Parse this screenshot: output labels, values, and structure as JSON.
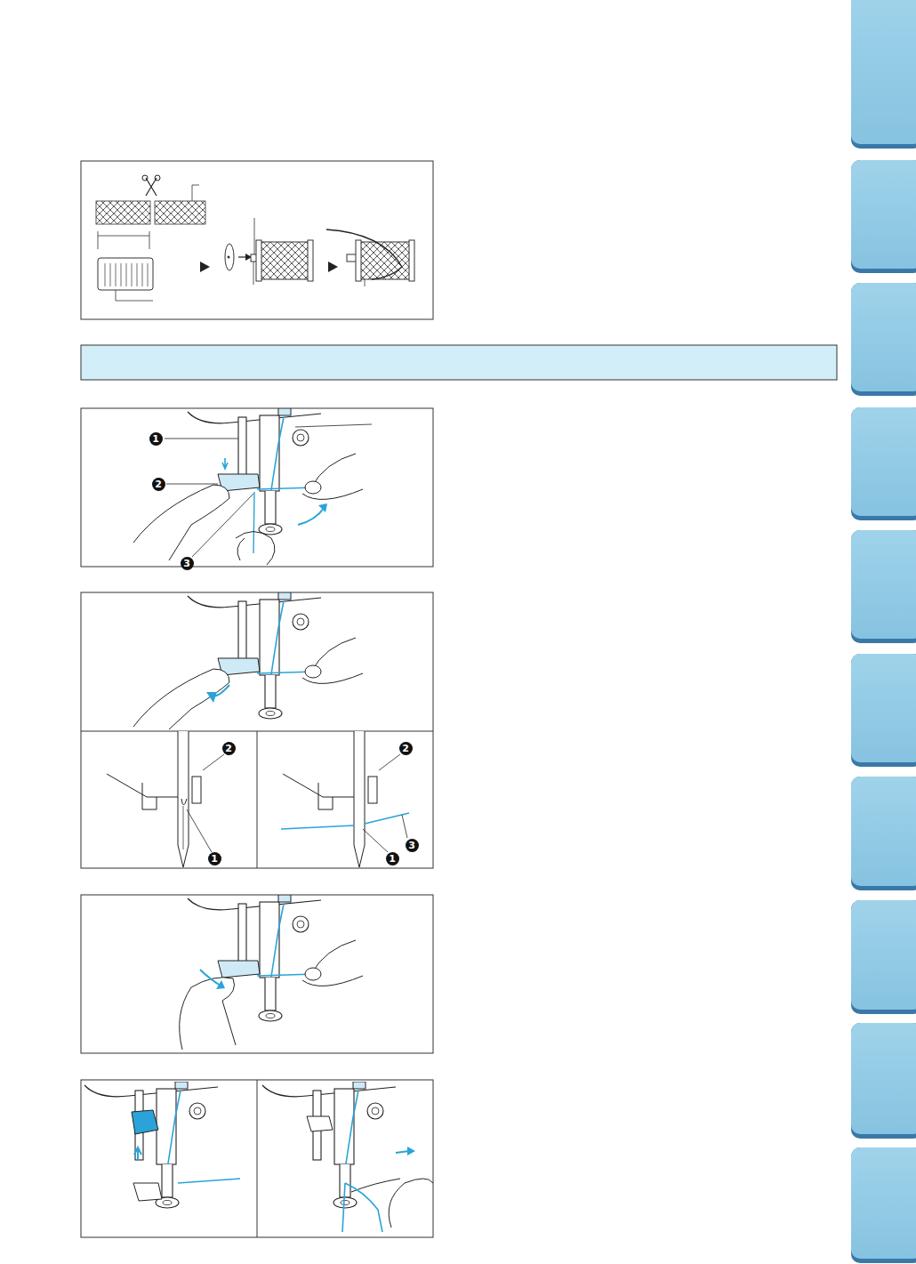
{
  "diagram": {
    "labels": [
      "1",
      "2",
      "3",
      "2",
      "1",
      "2",
      "1",
      "3"
    ]
  }
}
